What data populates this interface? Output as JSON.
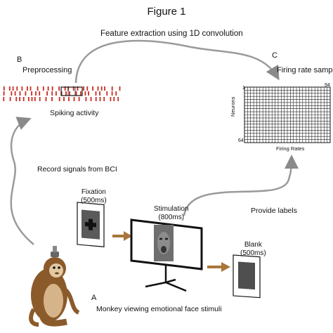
{
  "figure_title": "Figure 1",
  "top_arrow_label": "Feature extraction using 1D convolution",
  "panel_b": {
    "letter": "B",
    "title": "Preprocessing",
    "caption": "Spiking activity"
  },
  "panel_c": {
    "letter": "C",
    "title": "Firing rate samples",
    "tick_top_left": "1",
    "tick_top_right": "94",
    "tick_bottom_left": "64",
    "y_label": "Neurons",
    "x_label": "Firing Rates"
  },
  "record_label": "Record signals from BCI",
  "fixation": {
    "label": "Fixation",
    "duration": "(500ms)"
  },
  "stimulation": {
    "label": "Stimulation",
    "duration": "(800ms)"
  },
  "blank": {
    "label": "Blank",
    "duration": "(500ms)"
  },
  "provide_labels": "Provide labels",
  "panel_a": {
    "letter": "A",
    "caption": "Monkey viewing emotional face stimuli"
  },
  "colors": {
    "spike": "#cc2a1e",
    "arrow_brown": "#a9763a",
    "gray_arrow": "#8a8a8a",
    "screen_dark": "#3a3a3a"
  }
}
